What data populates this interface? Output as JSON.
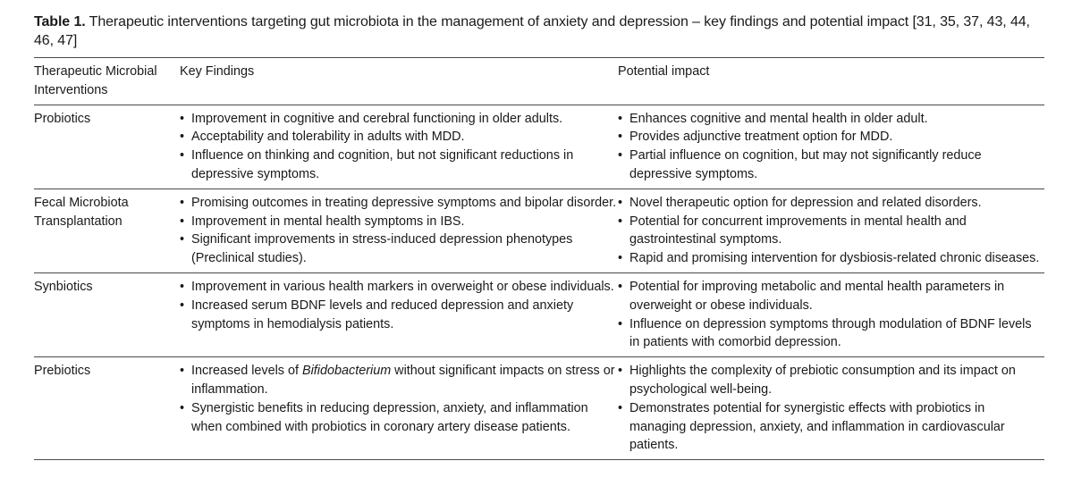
{
  "caption": {
    "label": "Table 1.",
    "text": "Therapeutic interventions targeting gut microbiota in the management of anxiety and depression – key findings and potential impact [31, 35, 37, 43, 44, 46, 47]"
  },
  "table": {
    "headers": {
      "intervention": "Therapeutic Microbial Interventions",
      "findings": "Key Findings",
      "impact": "Potential impact"
    },
    "rows": [
      {
        "intervention": "Probiotics",
        "findings": [
          "Improvement in cognitive and cerebral functioning in older adults.",
          "Acceptability and tolerability in adults with MDD.",
          "Influence on thinking and cognition, but not significant reductions in depressive symptoms."
        ],
        "impact": [
          "Enhances cognitive and mental health in older adult.",
          "Provides adjunctive treatment option for MDD.",
          "Partial influence on cognition, but may not significantly reduce depressive symptoms."
        ]
      },
      {
        "intervention": "Fecal Microbiota Transplantation",
        "findings": [
          "Promising outcomes in treating depressive symptoms and bipolar disorder.",
          "Improvement in mental health symptoms in IBS.",
          "Significant improvements in stress-induced depression phenotypes (Preclinical studies)."
        ],
        "impact": [
          "Novel therapeutic option for depression and related disorders.",
          "Potential for concurrent improvements in mental health and gastrointestinal symptoms.",
          "Rapid and promising intervention for dysbiosis-related chronic diseases."
        ]
      },
      {
        "intervention": "Synbiotics",
        "findings": [
          "Improvement in various health markers in overweight or obese individuals.",
          "Increased serum BDNF levels and reduced depression and anxiety symptoms in hemodialysis patients."
        ],
        "impact": [
          "Potential for improving metabolic and mental health parameters in overweight or obese individuals.",
          "Influence on depression symptoms through modulation of BDNF levels in patients with comorbid depression."
        ]
      },
      {
        "intervention": "Prebiotics",
        "findings": [
          {
            "before": "Increased levels of ",
            "italic": "Bifidobacterium",
            "after": " without significant impacts on stress or inflammation."
          },
          "Synergistic benefits in reducing depression, anxiety, and inflammation when combined with probiotics in coronary artery disease patients."
        ],
        "impact": [
          "Highlights the complexity of prebiotic consumption and its impact on psychological well-being.",
          "Demonstrates potential for synergistic effects with probiotics in managing depression, anxiety, and inflammation in cardiovascular patients."
        ]
      }
    ]
  }
}
